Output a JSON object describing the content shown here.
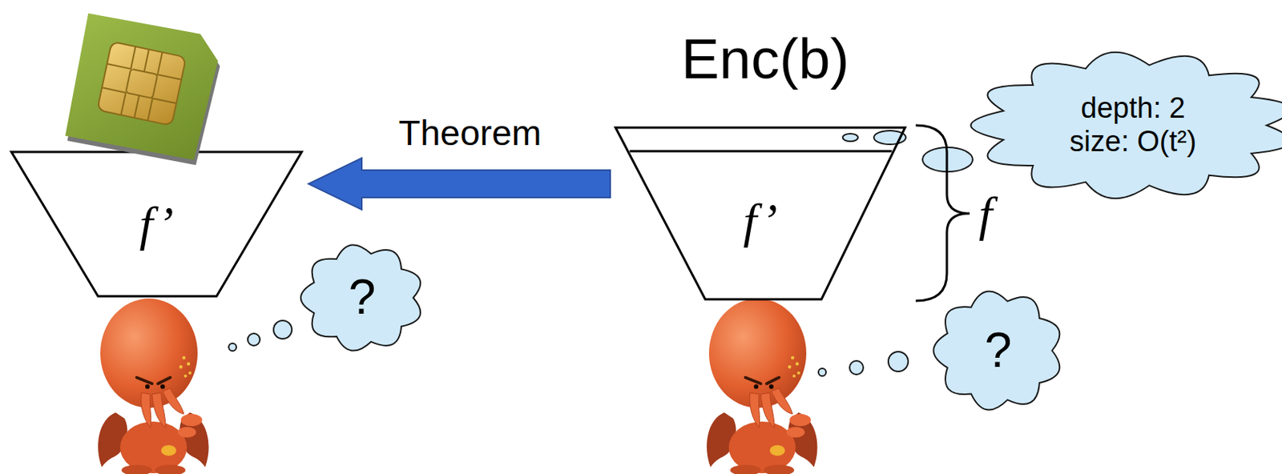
{
  "diagram": {
    "nodes": [
      {
        "text": [
          "f’"
        ]
      },
      {
        "text": [
          "?"
        ]
      },
      {
        "text": [
          "f’"
        ]
      },
      {
        "text": [
          "depth: 2 size: O(t²)"
        ]
      },
      {
        "text": [
          "?"
        ]
      }
    ],
    "edges": [
      {
        "from": 2,
        "to": 0,
        "arrow": "to",
        "label": "Theorem"
      }
    ],
    "labels": [
      "Enc(b)",
      "f"
    ]
  }
}
